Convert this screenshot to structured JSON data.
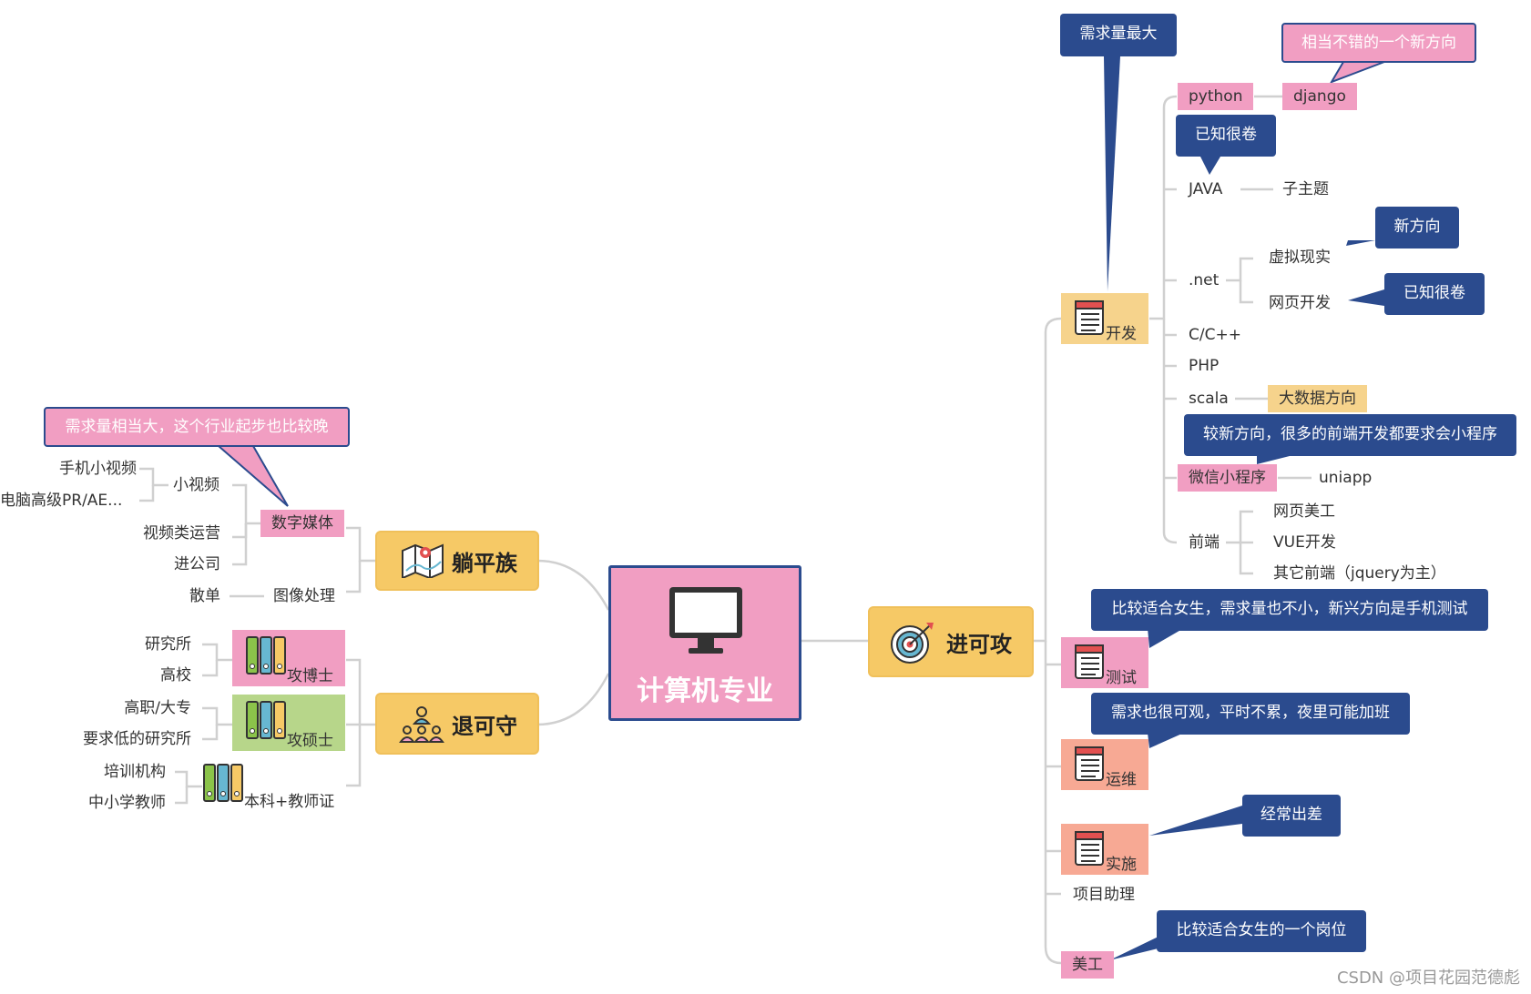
{
  "center": {
    "label": "计算机专业",
    "icon": "monitor-icon"
  },
  "left": {
    "tangping": {
      "label": "躺平族",
      "icon": "map-icon",
      "digital_media": {
        "label": "数字媒体",
        "callout": "需求量相当大，这个行业起步也比较晚",
        "short_video": {
          "label": "小视频",
          "children": [
            "手机小视频",
            "电脑高级PR/AE..."
          ]
        },
        "items": [
          "视频类运营",
          "进公司"
        ]
      },
      "image_processing": {
        "label": "图像处理",
        "child": "散单"
      }
    },
    "tuikeshou": {
      "label": "退可守",
      "icon": "people-icon",
      "phd": {
        "label": "攻博士",
        "children": [
          "研究所",
          "高校"
        ]
      },
      "master": {
        "label": "攻硕士",
        "children": [
          "高职/大专",
          "要求低的研究所"
        ]
      },
      "bachelor": {
        "label": "本科+教师证",
        "children": [
          "培训机构",
          "中小学教师"
        ]
      }
    }
  },
  "right": {
    "jinkegong": {
      "label": "进可攻",
      "icon": "target-icon"
    },
    "dev": {
      "label": "开发",
      "callout": "需求量最大",
      "python": {
        "label": "python",
        "child": "django",
        "callout": "相当不错的一个新方向"
      },
      "java": {
        "label": "JAVA",
        "child": "子主题",
        "callout": "已知很卷"
      },
      "net": {
        "label": ".net",
        "children": [
          "虚拟现实",
          "网页开发"
        ],
        "callouts": [
          "新方向",
          "已知很卷"
        ]
      },
      "cpp": "C/C++",
      "php": "PHP",
      "scala": {
        "label": "scala",
        "child": "大数据方向"
      },
      "miniprogram": {
        "label": "微信小程序",
        "child": "uniapp",
        "callout": "较新方向，很多的前端开发都要求会小程序"
      },
      "frontend": {
        "label": "前端",
        "children": [
          "网页美工",
          "VUE开发",
          "其它前端（jquery为主）"
        ]
      }
    },
    "test": {
      "label": "测试",
      "callout": "比较适合女生，需求量也不小，新兴方向是手机测试"
    },
    "ops": {
      "label": "运维",
      "callout": "需求也很可观，平时不累，夜里可能加班"
    },
    "impl": {
      "label": "实施",
      "callout": "经常出差"
    },
    "pm": {
      "label": "项目助理"
    },
    "art": {
      "label": "美工",
      "callout": "比较适合女生的一个岗位"
    }
  },
  "watermark": "CSDN @项目花园范德彪",
  "colors": {
    "pink": "#f19ec2",
    "yellow": "#f6c966",
    "navy": "#2b4b8e",
    "green": "#b7d68a",
    "salmon": "#f7a994"
  }
}
